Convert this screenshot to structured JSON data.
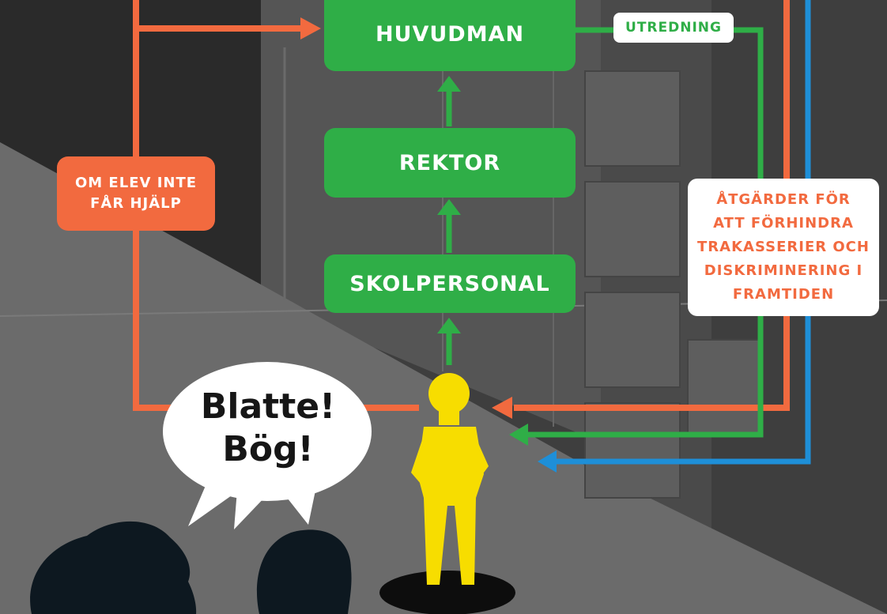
{
  "boxes": {
    "huvudman": "HUVUDMAN",
    "rektor": "REKTOR",
    "skolpersonal": "SKOLPERSONAL",
    "om_elev": [
      "OM ELEV INTE",
      "FÅR HJÄLP"
    ],
    "utredning": "UTREDNING",
    "atgarder": [
      "ÅTGÄRDER FÖR",
      "ATT FÖRHINDRA",
      "TRAKASSERIER OCH",
      "DISKRIMINERING I",
      "FRAMTIDEN"
    ]
  },
  "speech": [
    "Blatte!",
    "Bög!"
  ],
  "colors": {
    "green": "#2fae47",
    "orange": "#f26a3f",
    "blue": "#1e8fd8",
    "student": "#f7dd00",
    "silhouette": "#0d1820",
    "background": "#3a3a3a"
  },
  "icons": [
    "student-figure",
    "speaker-silhouettes",
    "speech-bubble"
  ]
}
